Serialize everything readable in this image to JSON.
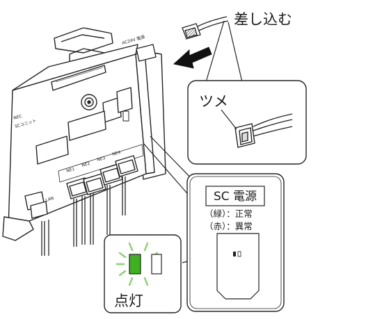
{
  "callouts": {
    "insert_label": "差し込む",
    "latch_label": "ツメ",
    "lit_label": "点灯"
  },
  "sc_panel": {
    "title": "SC 電源",
    "green_line": "（緑）：正常",
    "red_line": "（赤）：異常"
  },
  "unit": {
    "brand": "NEC",
    "name": "SCユニット",
    "port_labels": [
      "NE1",
      "NE2",
      "NE3",
      "NE4"
    ],
    "lan_label": "LAN",
    "power_label": "AC24V 電源"
  },
  "colors": {
    "led_green": "#3cb21e",
    "glow": "#8ad26a",
    "arrow": "#111111",
    "line": "#222222"
  }
}
